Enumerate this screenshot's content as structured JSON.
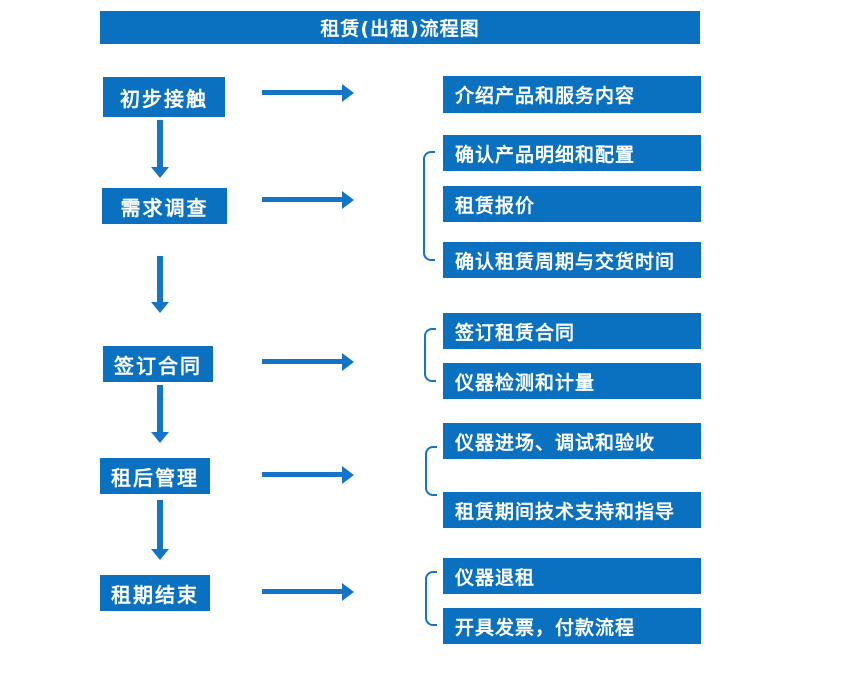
{
  "title": "租赁(出租)流程图",
  "colors": {
    "box_blue": "#0a70c0",
    "arrow_blue": "#1475c8",
    "text_white": "#ffffff",
    "page_bg": "#ffffff"
  },
  "flow": {
    "steps": [
      {
        "label": "初步接触",
        "outputs": [
          "介绍产品和服务内容"
        ]
      },
      {
        "label": "需求调查",
        "outputs": [
          "确认产品明细和配置",
          "租赁报价",
          "确认租赁周期与交货时间"
        ]
      },
      {
        "label": "签订合同",
        "outputs": [
          "签订租赁合同",
          "仪器检测和计量"
        ]
      },
      {
        "label": "租后管理",
        "outputs": [
          "仪器进场、调试和验收",
          "租赁期间技术支持和指导"
        ]
      },
      {
        "label": "租期结束",
        "outputs": [
          "仪器退租",
          "开具发票，付款流程"
        ]
      }
    ]
  }
}
